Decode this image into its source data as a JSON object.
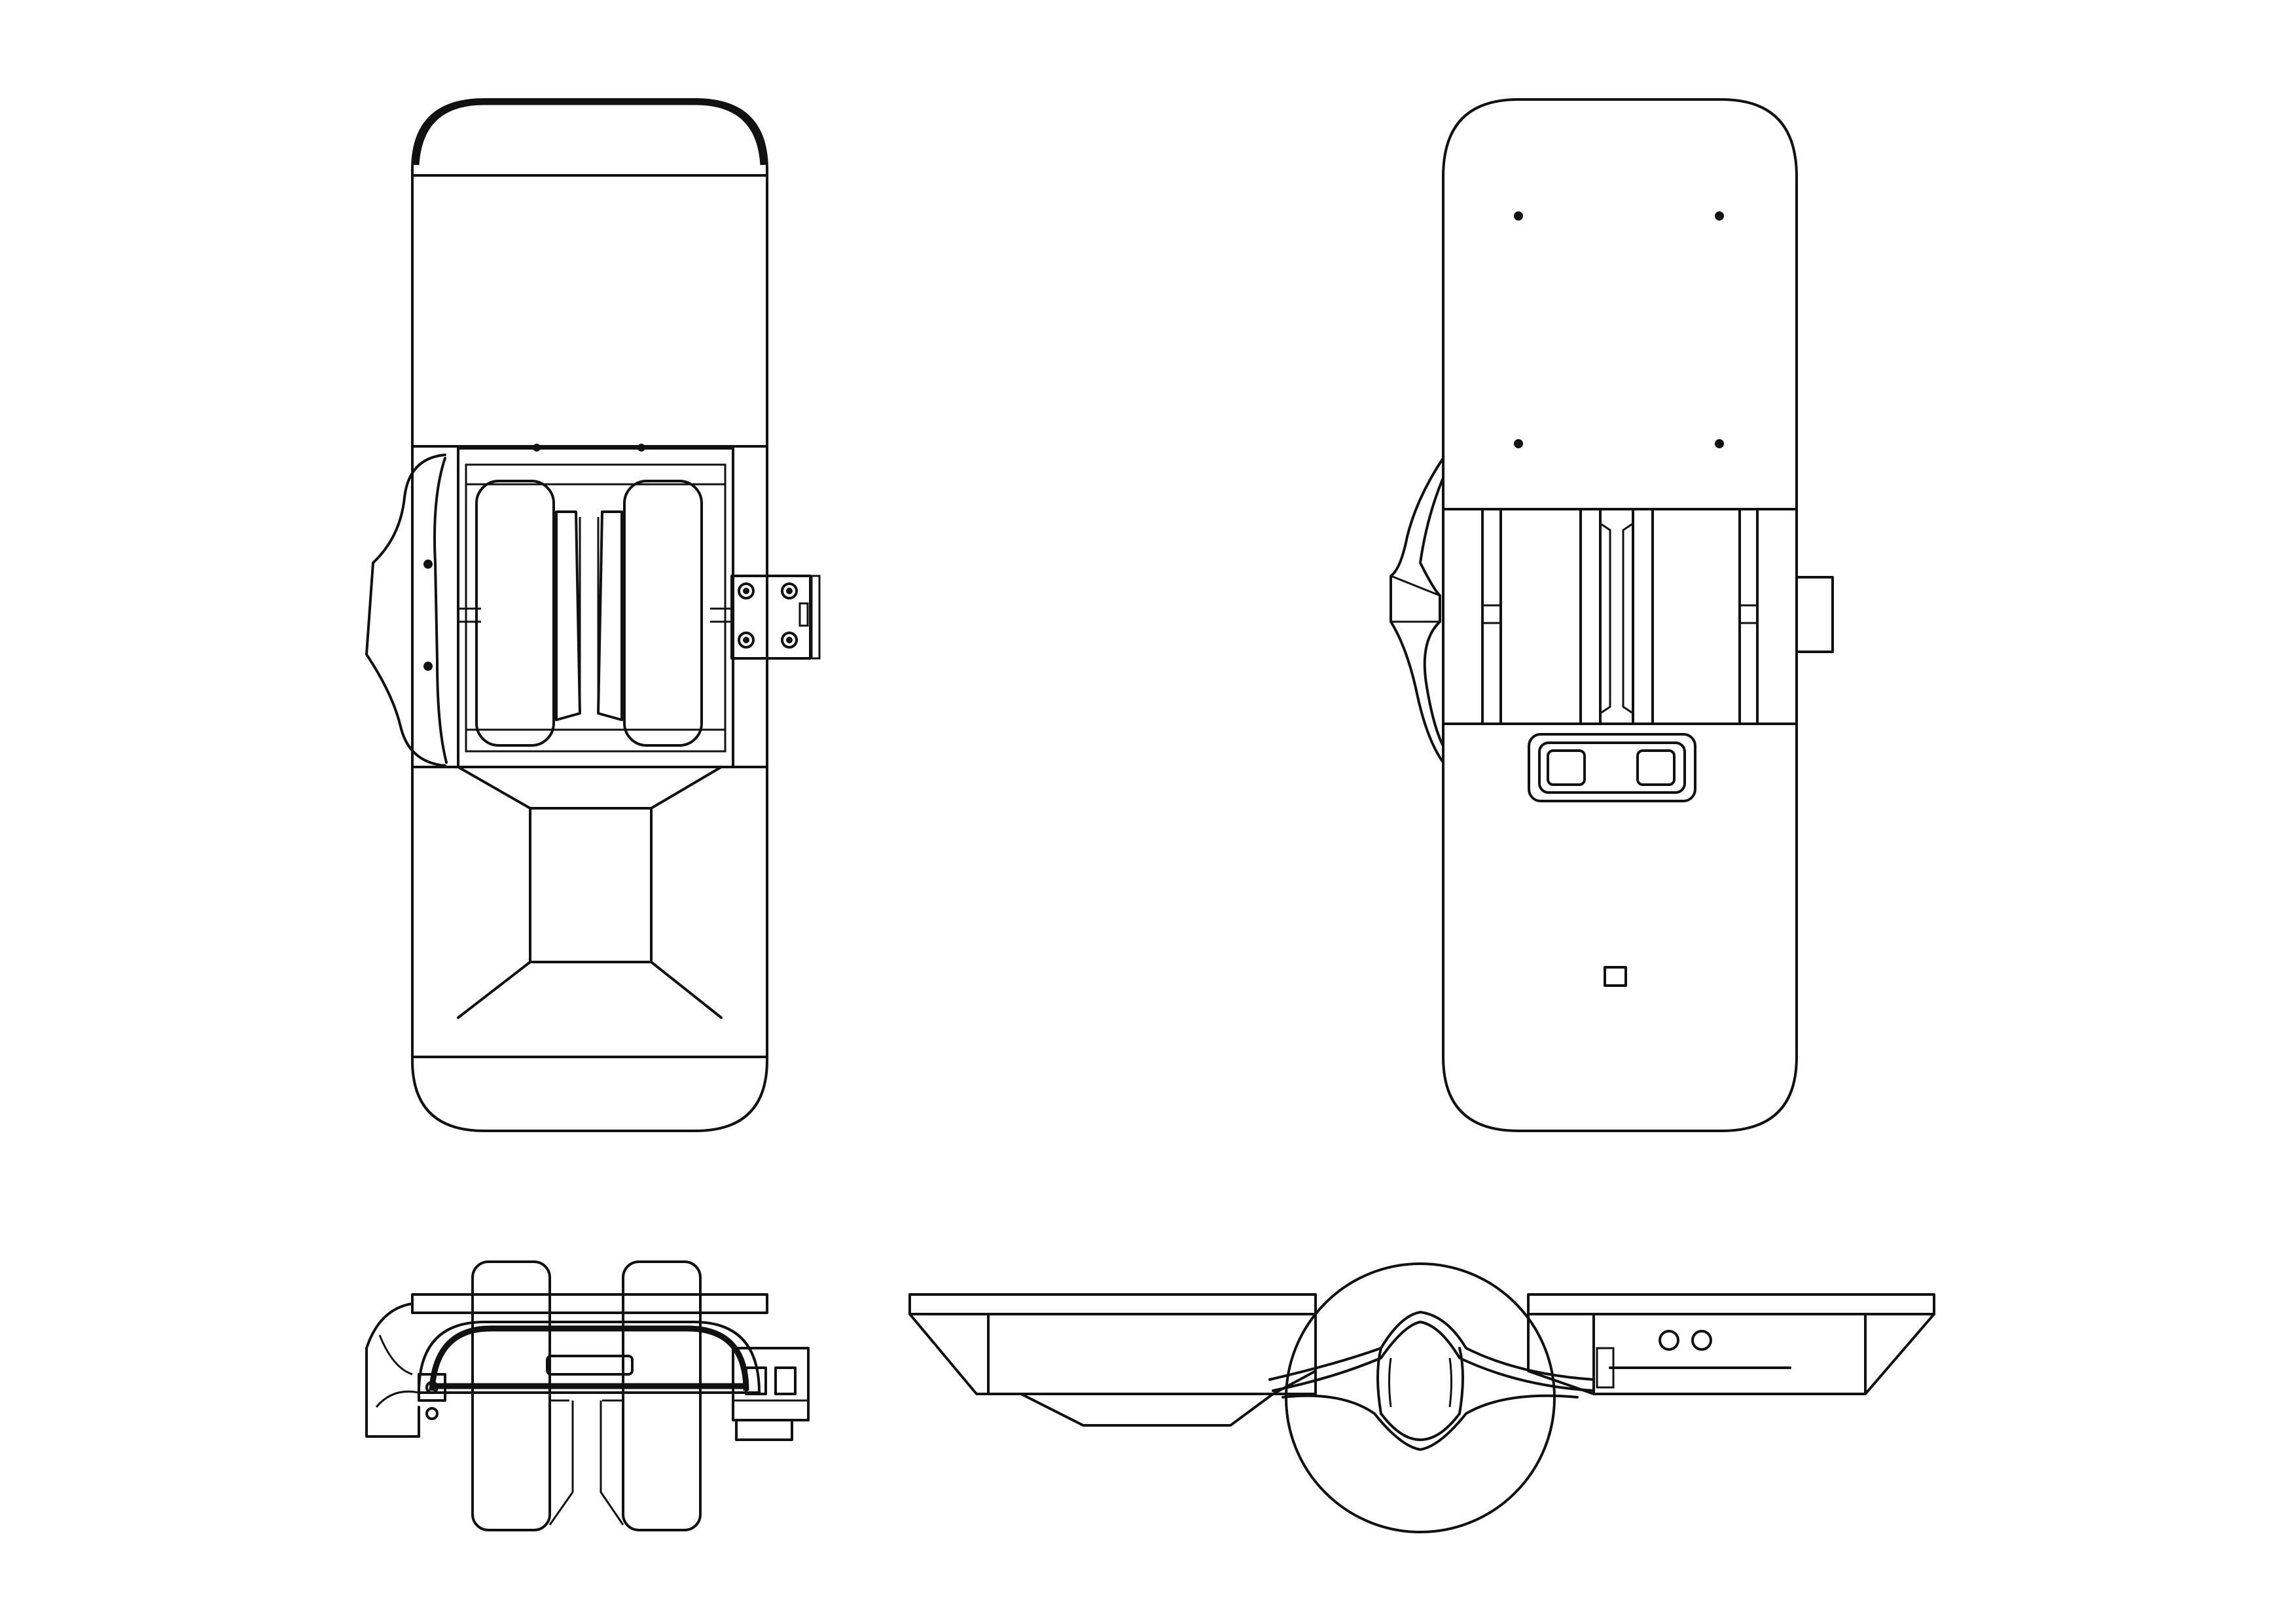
{
  "drawing": {
    "line_color": "#111111",
    "background_color": "#ffffff"
  },
  "views": [
    {
      "id": "bottom-view",
      "icon": "board-bottom-view"
    },
    {
      "id": "top-view",
      "icon": "board-top-view"
    },
    {
      "id": "end-view",
      "icon": "board-end-view"
    },
    {
      "id": "side-view",
      "icon": "board-side-view"
    }
  ]
}
